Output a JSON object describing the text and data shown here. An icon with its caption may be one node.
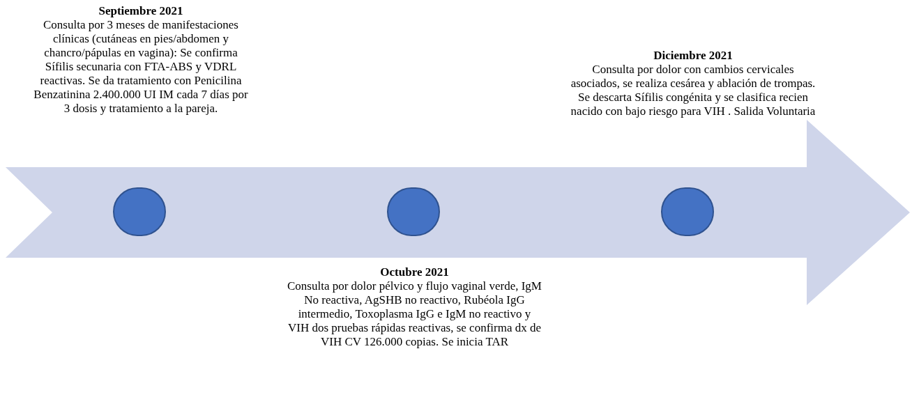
{
  "diagram": {
    "nodes": [
      {
        "text": [],
        "shape": "arrow"
      },
      {
        "text": [],
        "shape": "circle",
        "in": 0,
        "beside": [
          "Septiembre 2021",
          "Consulta por 3 meses de manifestaciones clínicas (cutáneas en pies/abdomen y chancro/pápulas en vagina): Se confirma Sífilis secunaria con FTA-ABS y VDRL reactivas. Se da tratamiento con Penicilina Benzatinina 2.400.000 UI IM cada 7 días por 3 dosis y tratamiento a la pareja."
        ]
      },
      {
        "text": [],
        "shape": "circle",
        "in": 0,
        "beside": [
          "Octubre 2021",
          "Consulta por dolor pélvico y flujo vaginal verde, IgM No reactiva, AgSHB no reactivo, Rubéola IgG intermedio, Toxoplasma IgG e IgM no reactivo y VIH dos pruebas rápidas reactivas, se confirma dx de VIH CV 126.000 copias. Se inicia TAR"
        ]
      },
      {
        "text": [],
        "shape": "circle",
        "in": 0,
        "beside": [
          "Diciembre 2021",
          "Consulta por dolor con cambios cervicales asociados, se realiza cesárea y ablación de trompas. Se descarta Sífilis congénita y se clasifica recien nacido con bajo riesgo para VIH . Salida Voluntaria"
        ]
      }
    ]
  }
}
